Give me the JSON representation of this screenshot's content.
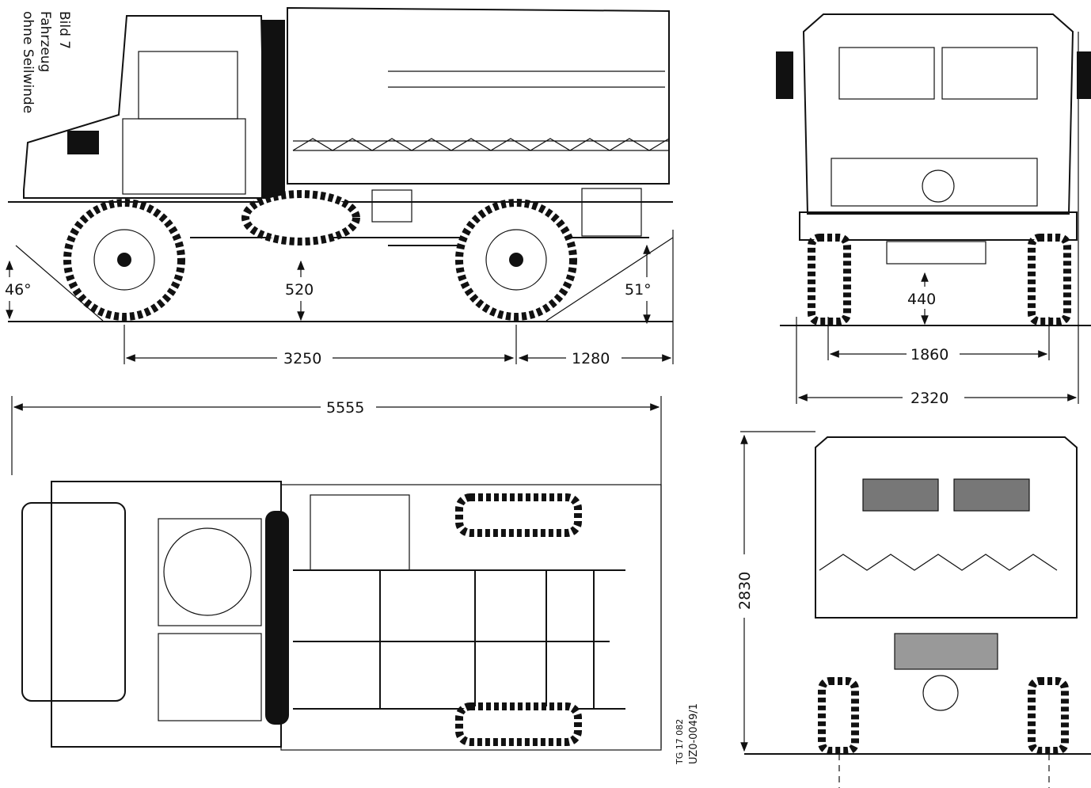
{
  "caption": {
    "line1": "Bild 7",
    "line2": "Fahrzeug",
    "line3": "ohne Seilwinde"
  },
  "dimensions": {
    "approach_angle": "46°",
    "ground_clearance_side": "520",
    "departure_angle": "51°",
    "wheelbase": "3250",
    "rear_overhang": "1280",
    "overall_length": "5555",
    "ground_clearance_front": "440",
    "track": "1860",
    "overall_width": "2320",
    "overall_height": "2830"
  },
  "drawing_ref": {
    "line1": "TG 17 082",
    "line2": "UZ0-0049/1"
  }
}
